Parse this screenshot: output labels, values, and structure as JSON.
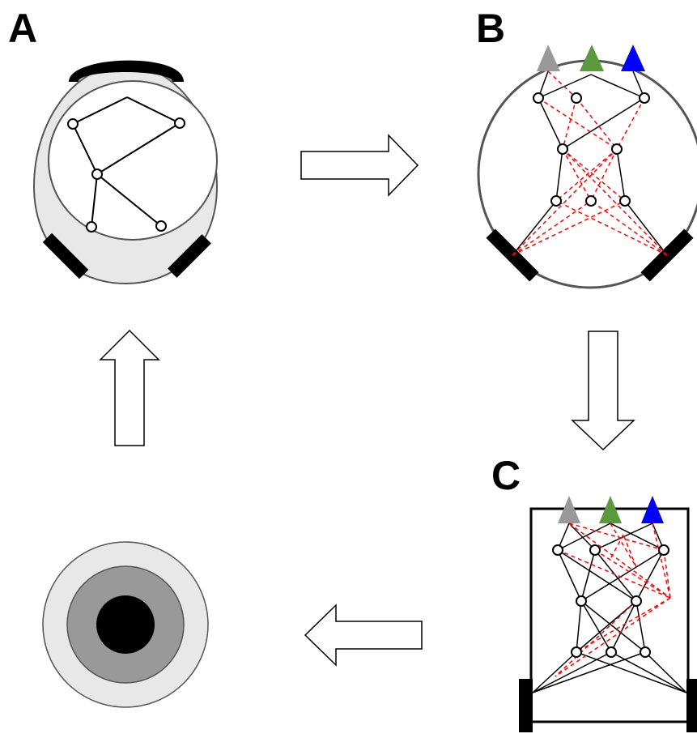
{
  "labels": {
    "a": "A",
    "b": "B",
    "c": "C"
  },
  "colors": {
    "black": "#000000",
    "light_gray": "#e8e8e8",
    "mid_gray": "#999999",
    "outline_gray": "#555555",
    "sensor_gray": "#999999",
    "sensor_green": "#5a9a3c",
    "sensor_blue": "#0000ff",
    "dashed_red": "#ff0000"
  },
  "icons": {
    "arrow_a_to_b": "arrow-right-icon",
    "arrow_b_to_c": "arrow-down-icon",
    "arrow_c_to_target": "arrow-left-icon",
    "arrow_target_to_a": "arrow-up-icon"
  }
}
